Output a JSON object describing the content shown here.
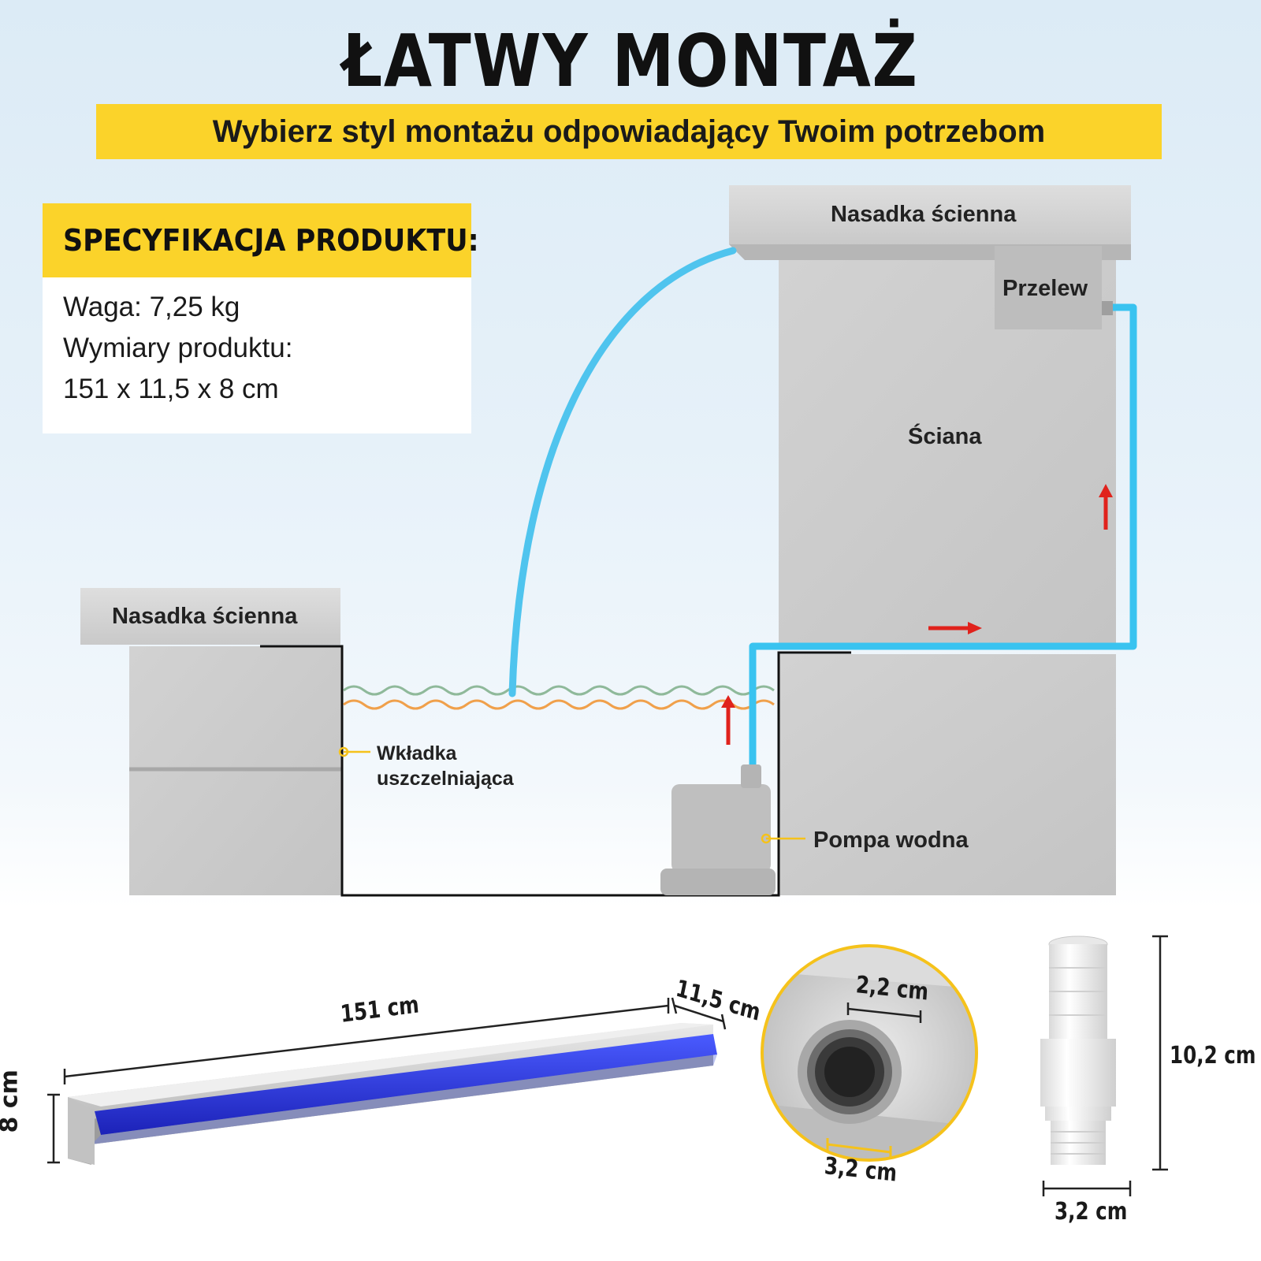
{
  "header": {
    "title": "ŁATWY MONTAŻ",
    "subtitle": "Wybierz styl montażu odpowiadający Twoim potrzebom"
  },
  "spec": {
    "title": "SPECYFIKACJA PRODUKTU:",
    "weight": "Waga: 7,25 kg",
    "dims_label": "Wymiary produktu:",
    "dims_value": "151 x 11,5 x 8 cm"
  },
  "diagram": {
    "wall_cap_top": "Nasadka ścienna",
    "wall_cap_left": "Nasadka ścienna",
    "overflow": "Przelew",
    "wall": "Ściana",
    "seal": "Wkładka uszczelniająca",
    "pump": "Pompa wodna"
  },
  "dimensions": {
    "length": "151 cm",
    "depth": "11,5 cm",
    "height": "8 cm",
    "outlet_inner": "2,2 cm",
    "outlet_outer": "3,2 cm",
    "adapter_height": "10,2 cm",
    "adapter_width": "3,2 cm"
  },
  "colors": {
    "accent_yellow": "#fbd32a",
    "water_blue": "#4fc4ee",
    "arrow_red": "#e0221c",
    "led_blue": "#2b37d8",
    "stone_gray": "#cdcdcd"
  }
}
